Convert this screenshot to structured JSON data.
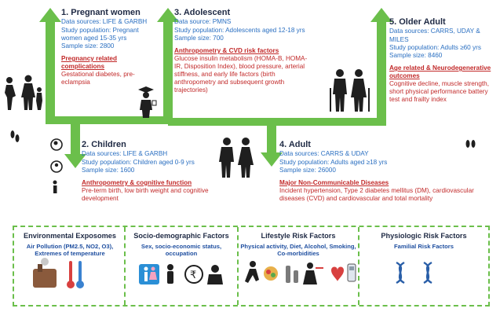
{
  "stages": {
    "pregnant": {
      "title": "1. Pregnant women",
      "data_sources": "Data sources: LIFE & GARBH",
      "population": "Study population: Pregnant women aged 15-35 yrs",
      "sample": "Sample size: 2800",
      "risk_heading": "Pregnancy related complications",
      "risk_text": "Gestational diabetes, pre-eclampsia"
    },
    "children": {
      "title": "2. Children",
      "data_sources": "Data sources: LIFE & GARBH",
      "population": "Study population: Children aged 0-9 yrs",
      "sample": "Sample size: 1600",
      "risk_heading": "Anthropometry & cognitive function",
      "risk_text": "Pre-term birth, low birth weight and cognitive development"
    },
    "adolescent": {
      "title": "3. Adolescent",
      "data_sources": "Data source: PMNS",
      "population": "Study population: Adolescents aged 12-18 yrs",
      "sample": "Sample size: 700",
      "risk_heading": "Anthropometry & CVD risk factors",
      "risk_text": "Glucose insulin metabolism (HOMA-B, HOMA-IR, Disposition Index), blood pressure, arterial stiffness, and early life factors (birth anthropometry and subsequent growth trajectories)"
    },
    "adult": {
      "title": "4. Adult",
      "data_sources": "Data sources: CARRS & UDAY",
      "population": "Study population: Adults aged ≥18 yrs",
      "sample": "Sample size: 26000",
      "risk_heading": "Major Non-Communicable Diseases",
      "risk_text": "Incident hypertension, Type 2 diabetes mellitus (DM), cardiovascular diseases (CVD) and cardiovascular and total mortality"
    },
    "older": {
      "title": "5. Older Adult",
      "data_sources": "Data sources: CARRS, UDAY & MILES",
      "population": "Study population: Adults ≥60 yrs",
      "sample": "Sample size: 8460",
      "risk_heading": "Age related & Neurodegenerative outcomes",
      "risk_text": "Cognitive decline, muscle strength, short physical performance battery test and frailty index"
    }
  },
  "factors": {
    "environmental": {
      "title": "Environmental Exposomes",
      "text": "Air Pollution (PM2.5, NO2, O3), Extremes of temperature"
    },
    "socio": {
      "title": "Socio-demographic Factors",
      "text": "Sex, socio-economic status, occupation"
    },
    "lifestyle": {
      "title": "Lifestyle Risk Factors",
      "text": "Physical activity, Diet, Alcohol, Smoking, Co-morbidities"
    },
    "physiologic": {
      "title": "Physiologic Risk Factors",
      "text": "Familial Risk Factors"
    }
  },
  "colors": {
    "arrow_green": "#6bbf4b",
    "title_navy": "#1f2a44",
    "info_blue": "#2a6fc1",
    "risk_red": "#c22a2a"
  },
  "icons": [
    "pregnant-woman-icon",
    "mother-child-icon",
    "footprints-icon",
    "fetus-icon",
    "baby-icon",
    "child-icon",
    "graduate-icon",
    "couple-icon",
    "elderly-couple-icon",
    "factory-icon",
    "thermometer-icon",
    "gender-icon",
    "rupee-icon",
    "worker-icon",
    "exercise-icon",
    "food-icon",
    "smoking-icon",
    "dna-icon"
  ]
}
